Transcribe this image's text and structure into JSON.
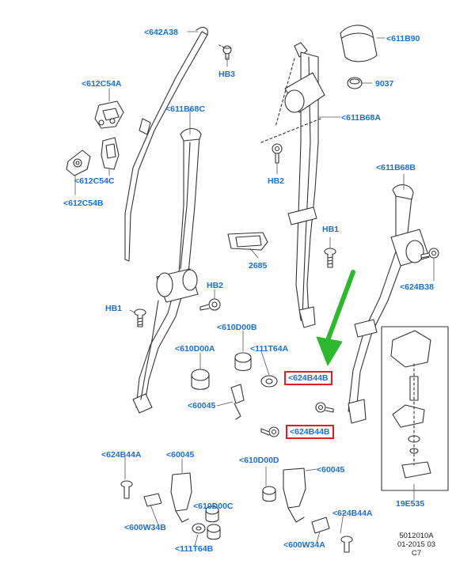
{
  "accent_color": "#1a6fd8",
  "highlight_color": "#e31b23",
  "arrow_color": "#2db82d",
  "labels": {
    "l_642A38": "<642A38",
    "l_HB3": "HB3",
    "l_612C54A": "<612C54A",
    "l_611B68C": "<611B68C",
    "l_612C54C": "<612C54C",
    "l_612C54B": "<612C54B",
    "l_611B90": "<611B90",
    "l_9037": "9037",
    "l_611B68A": "<611B68A",
    "l_HB2_top": "HB2",
    "l_611B68B": "<611B68B",
    "l_HB1_right": "HB1",
    "l_2685": "2685",
    "l_624B38": "<624B38",
    "l_HB2_mid": "HB2",
    "l_HB1_left": "HB1",
    "l_610D00B": "<610D00B",
    "l_610D00A": "<610D00A",
    "l_111T64A": "<111T64A",
    "l_624B44B_1": "<624B44B",
    "l_624B44B_2": "<624B44B",
    "l_60045_mid": "<60045",
    "l_624B44A_left": "<624B44A",
    "l_60045_bot": "<60045",
    "l_610D00D": "<610D00D",
    "l_60045_right": "<60045",
    "l_610D00C": "<610D00C",
    "l_600W34B": "<600W34B",
    "l_111T64B": "<111T64B",
    "l_624B44A_right": "<624B44A",
    "l_600W34A": "<600W34A",
    "l_19E535": "19E535"
  },
  "reference": {
    "line1": "5012010A",
    "line2": "01-2015 03",
    "line3": "C7"
  }
}
